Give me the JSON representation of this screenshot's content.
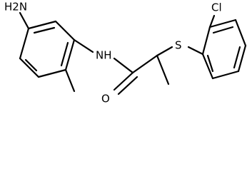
{
  "labels": {
    "amine": "H2N",
    "amide_nh": "NH",
    "sulfur": "S",
    "chlorine": "Cl",
    "oxygen": "O"
  }
}
